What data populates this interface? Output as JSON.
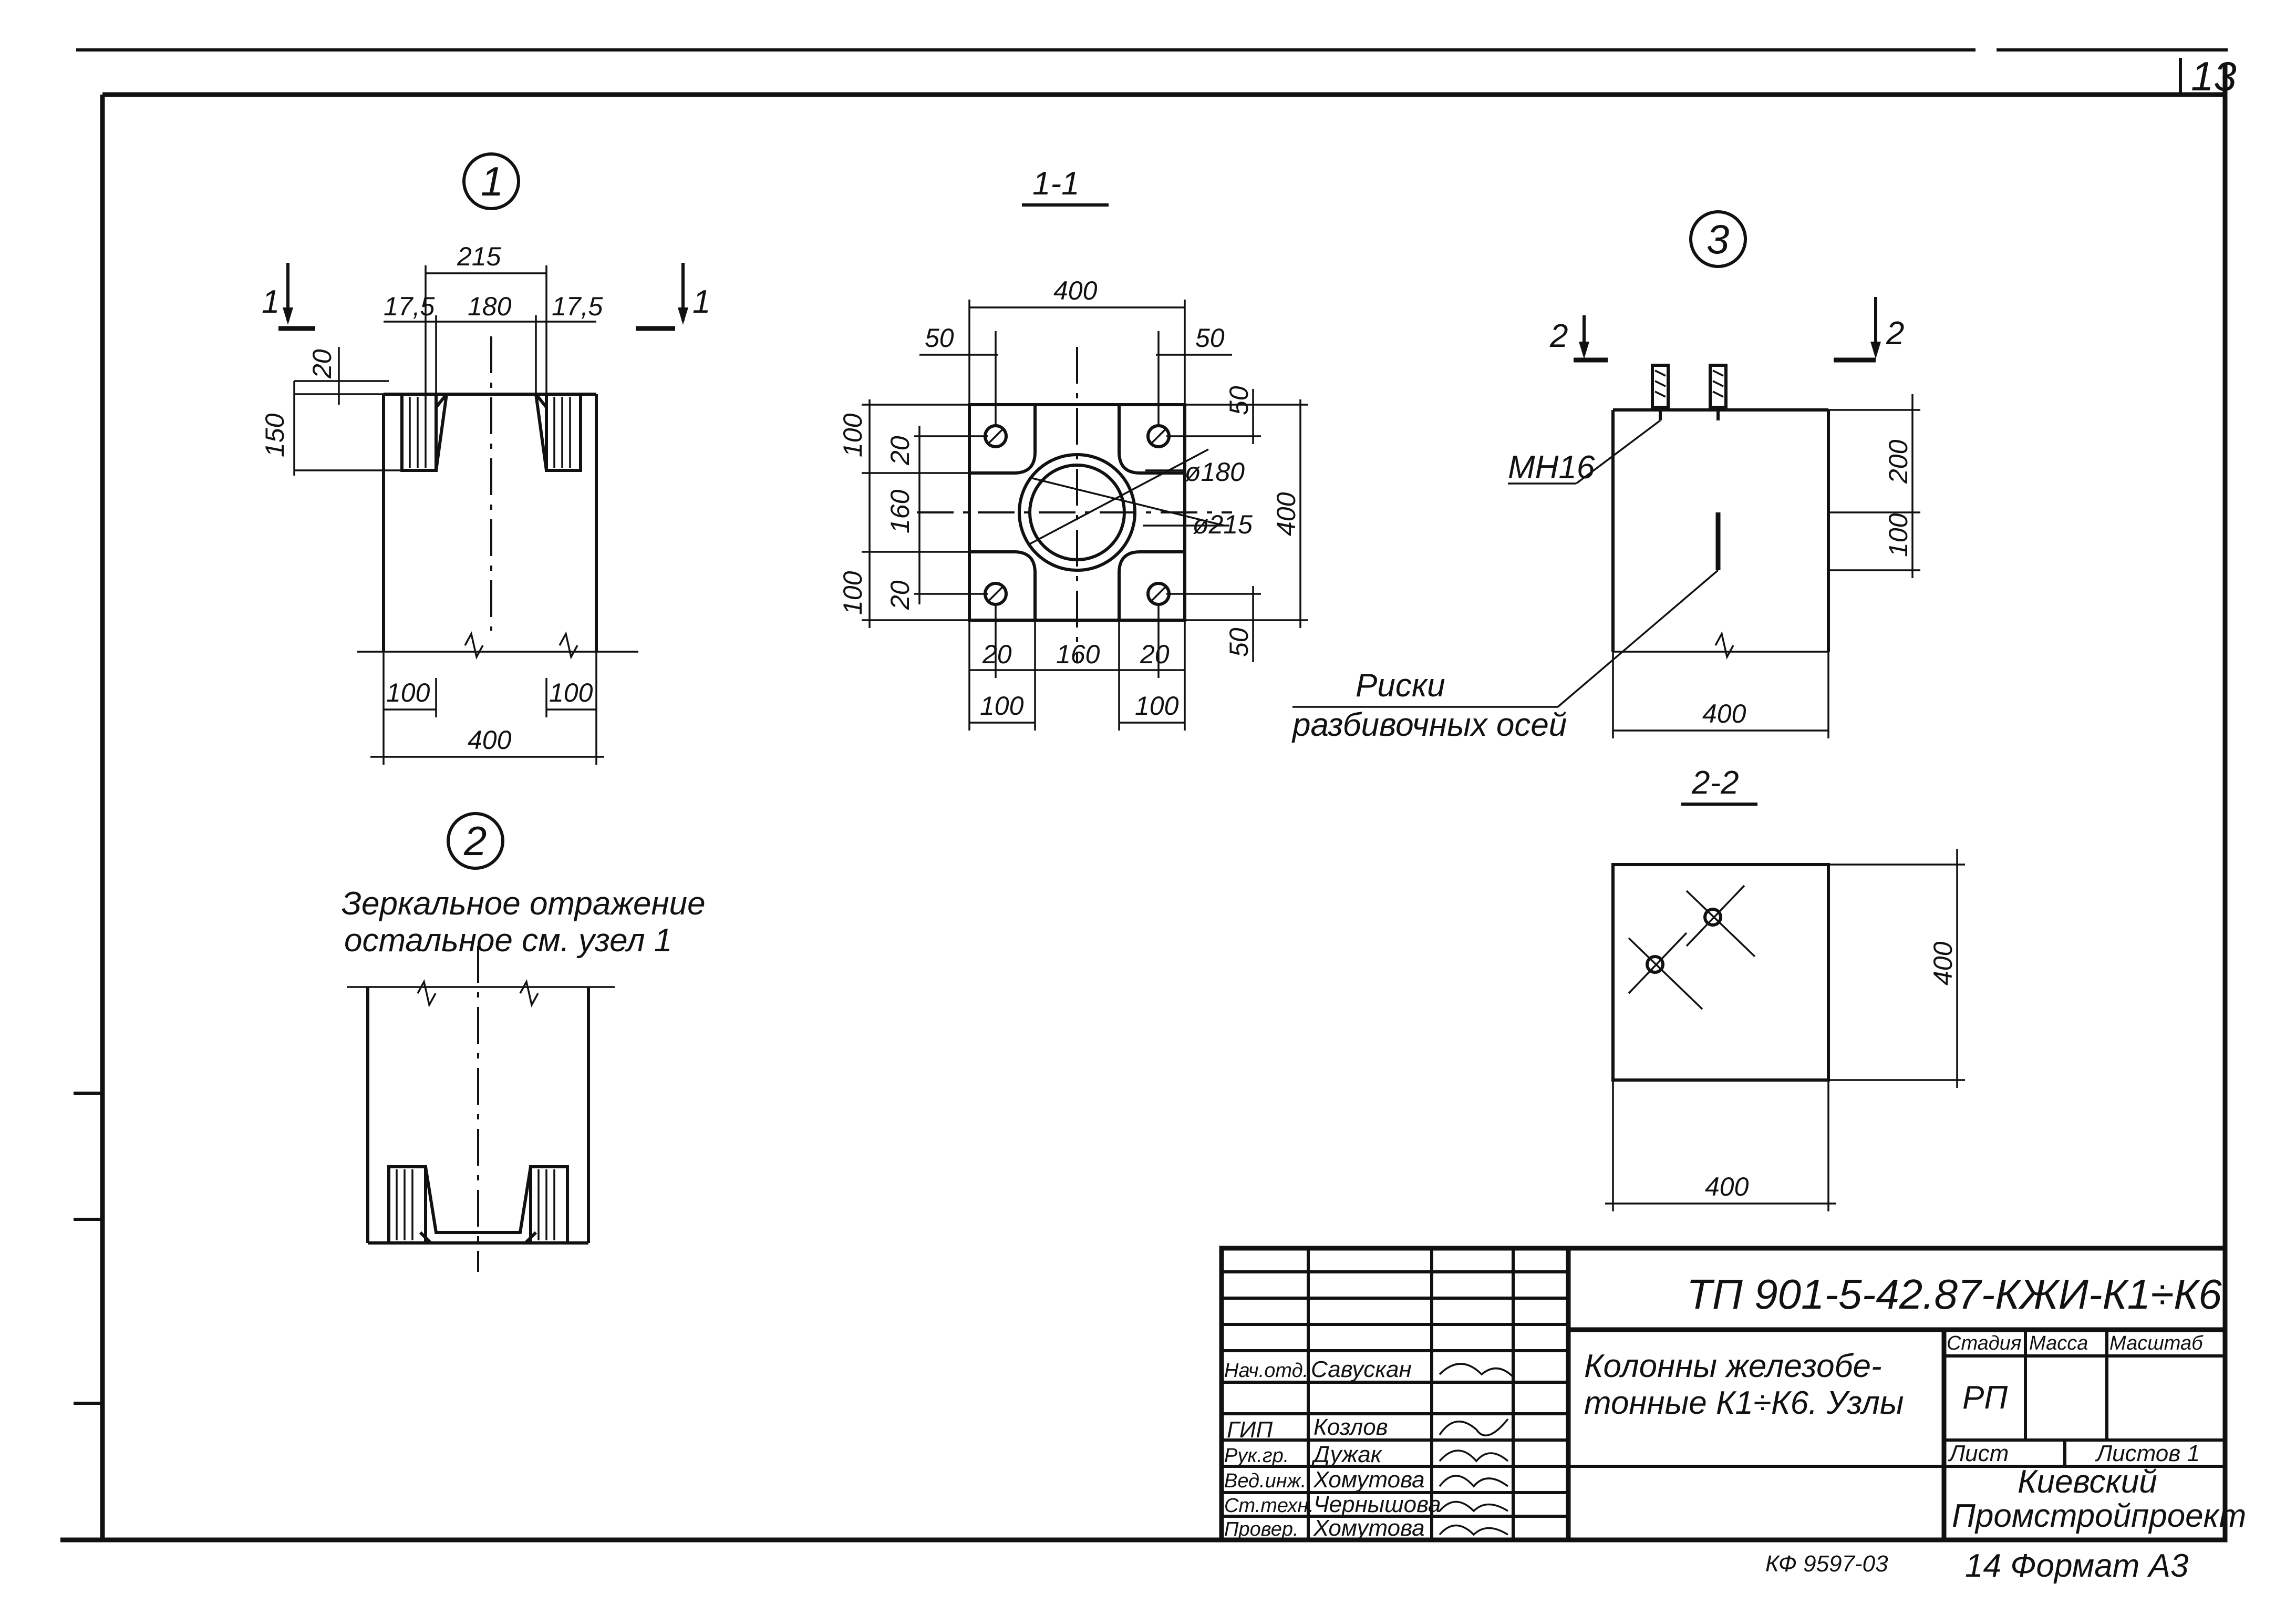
{
  "sheet": {
    "number": "13",
    "code": "ТП 901-5-42.87-КЖИ-К1÷К6",
    "title_line1": "Колонны железобе-",
    "title_line2": "тонные К1÷К6. Узлы",
    "stage_header": "Стадия",
    "mass_header": "Масса",
    "scale_header": "Масштаб",
    "stage_value": "РП",
    "sheet_label": "Лист",
    "sheets_label": "Листов 1",
    "org_line1": "Киевский",
    "org_line2": "Промстройпроект",
    "footer_code": "КФ 9597-03",
    "footer_format": "14 Формат А3"
  },
  "signatures": [
    {
      "role": "Нач.отд.",
      "name": "Савускан"
    },
    {
      "role": "ГИП",
      "name": "Козлов"
    },
    {
      "role": "Рук.гр.",
      "name": "Дужак"
    },
    {
      "role": "Вед.инж.",
      "name": "Хомутова"
    },
    {
      "role": "Ст.техн.",
      "name": "Чернышова"
    },
    {
      "role": "Провер.",
      "name": "Хомутова"
    }
  ],
  "node1": {
    "marker": "1",
    "section_mark": "1",
    "dims": {
      "top": "215",
      "left_gap": "17,5",
      "mid": "180",
      "right_gap": "17,5",
      "v20": "20",
      "v150": "150",
      "b100l": "100",
      "b100r": "100",
      "b400": "400"
    }
  },
  "node2": {
    "marker": "2",
    "note_line1": "Зеркальное отражение",
    "note_line2": "остальное см. узел 1"
  },
  "node3": {
    "marker": "3",
    "section_mark": "2",
    "anchor_label": "МН16",
    "risk_line1": "Риски",
    "risk_line2": "разбивочных осей",
    "dims": {
      "v200": "200",
      "v100": "100",
      "b400": "400"
    }
  },
  "section11": {
    "title": "1-1",
    "dims": {
      "top400": "400",
      "t50l": "50",
      "t50r": "50",
      "l100a": "100",
      "l20a": "20",
      "l160": "160",
      "l100b": "100",
      "l20b": "20",
      "r50a": "50",
      "r400": "400",
      "r50b": "50",
      "d180": "ø180",
      "d215": "ø215",
      "b20l": "20",
      "b160": "160",
      "b20r": "20",
      "b100l": "100",
      "b100r": "100"
    }
  },
  "section22": {
    "title": "2-2",
    "dims": {
      "right400": "400",
      "bottom400": "400"
    }
  }
}
